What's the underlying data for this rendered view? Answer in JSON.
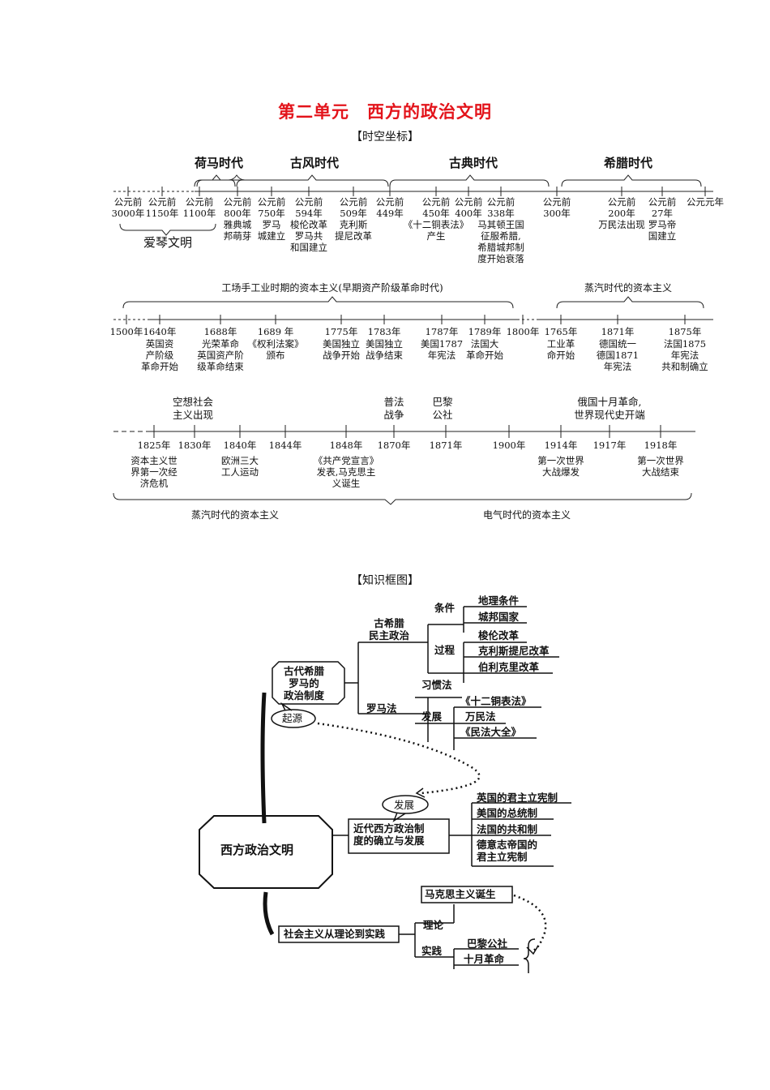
{
  "title": "第二单元　西方的政治文明",
  "section1_label": "【时空坐标】",
  "section2_label": "【知识框图】",
  "timeline1": {
    "eras": [
      "荷马时代",
      "古风时代",
      "古典时代",
      "希腊时代"
    ],
    "ticks": [
      {
        "date": "公元前\n3000年",
        "event": ""
      },
      {
        "date": "公元前\n1150年",
        "event": ""
      },
      {
        "date": "公元前\n1100年",
        "event": ""
      },
      {
        "date": "公元前\n800年",
        "event": "雅典城\n邦萌芽"
      },
      {
        "date": "公元前\n750年",
        "event": "罗马\n城建立"
      },
      {
        "date": "公元前\n594年",
        "event": "梭伦改革\n罗马共\n和国建立"
      },
      {
        "date": "公元前\n509年",
        "event": "克利斯\n提尼改革"
      },
      {
        "date": "公元前\n449年",
        "event": ""
      },
      {
        "date": "公元前\n450年",
        "event": "《十二铜表法》\n产生"
      },
      {
        "date": "公元前\n400年",
        "event": ""
      },
      {
        "date": "公元前\n338年",
        "event": "马其顿王国\n征服希腊,\n希腊城邦制\n度开始衰落"
      },
      {
        "date": "公元前\n300年",
        "event": ""
      },
      {
        "date": "公元前\n200年",
        "event": "万民法出现"
      },
      {
        "date": "公元前\n27年",
        "event": "罗马帝\n国建立"
      },
      {
        "date": "公元元年",
        "event": ""
      }
    ],
    "aiqin": "爱琴文明"
  },
  "timeline2": {
    "span_left": "工场手工业时期的资本主义(早期资产阶级革命时代)",
    "span_right": "蒸汽时代的资本主义",
    "ticks": [
      {
        "date": "1500年",
        "event": ""
      },
      {
        "date": "1640年",
        "event": "英国资\n产阶级\n革命开始"
      },
      {
        "date": "1688年",
        "event": "光荣革命\n英国资产阶\n级革命结束"
      },
      {
        "date": "1689 年",
        "event": "《权利法案》\n颁布"
      },
      {
        "date": "1775年",
        "event": "美国独立\n战争开始"
      },
      {
        "date": "1783年",
        "event": "美国独立\n战争结束"
      },
      {
        "date": "1787年",
        "event": "美国1787\n年宪法"
      },
      {
        "date": "1789年",
        "event": "法国大\n革命开始"
      },
      {
        "date": "1800年",
        "event": ""
      },
      {
        "date": "1765年",
        "event": "工业革\n命开始"
      },
      {
        "date": "1871年",
        "event": "德国统一\n德国1871\n年宪法"
      },
      {
        "date": "1875年",
        "event": "法国1875\n年宪法\n共和制确立"
      }
    ]
  },
  "timeline3": {
    "top_labels": [
      "空想社会\n主义出现",
      "普法\n战争",
      "巴黎\n公社",
      "俄国十月革命,\n世界现代史开端"
    ],
    "ticks": [
      {
        "date": "1825年",
        "event": "资本主义世\n界第一次经\n济危机"
      },
      {
        "date": "1830年",
        "event": ""
      },
      {
        "date": "1840年",
        "event": "欧洲三大\n工人运动"
      },
      {
        "date": "1844年",
        "event": ""
      },
      {
        "date": "1848年",
        "event": "《共产党宣言》\n发表,马克思主\n义诞生"
      },
      {
        "date": "1870年",
        "event": ""
      },
      {
        "date": "1871年",
        "event": ""
      },
      {
        "date": "1900年",
        "event": ""
      },
      {
        "date": "1914年",
        "event": "第一次世界\n大战爆发"
      },
      {
        "date": "1917年",
        "event": ""
      },
      {
        "date": "1918年",
        "event": "第一次世界\n大战结束"
      }
    ],
    "span_left": "蒸汽时代的资本主义",
    "span_right": "电气时代的资本主义"
  },
  "mindmap": {
    "center": "西方政治文明",
    "branch1": "古代希腊\n罗马的\n政治制度",
    "origin": "起源",
    "greece": "古希腊\n民主政治",
    "condition": "条件",
    "conditions": [
      "地理条件",
      "城邦国家"
    ],
    "process": "过程",
    "processes": [
      "梭伦改革",
      "克利斯提尼改革",
      "伯利克里改革"
    ],
    "rome": "罗马法",
    "custom_law": "习惯法",
    "develop": "发展",
    "rome_items": [
      "《十二铜表法》",
      "万民法",
      "《民法大全》"
    ],
    "branch2": "近代西方政治制\n度的确立与发展",
    "development": "发展",
    "modern_items": [
      "英国的君主立宪制",
      "美国的总统制",
      "法国的共和制",
      "德意志帝国的\n君主立宪制"
    ],
    "branch3": "社会主义从理论到实践",
    "theory": "理论",
    "marx": "马克思主义诞生",
    "practice": "实践",
    "practice_items": [
      "巴黎公社",
      "十月革命"
    ]
  }
}
